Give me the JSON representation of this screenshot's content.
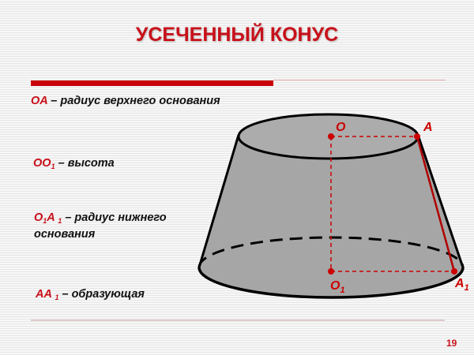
{
  "title": "УСЕЧЕННЫЙ КОНУС",
  "definitions": [
    {
      "key": "OA",
      "key_parts": [
        "OA",
        ""
      ],
      "text": "– радиус верхнего основания"
    },
    {
      "key": "OO1",
      "key_parts": [
        "OO",
        "1"
      ],
      "text": "– высота"
    },
    {
      "key": "O1A1",
      "key_parts": [
        "O",
        "1",
        "A ",
        "1"
      ],
      "text_line1": "– радиус нижнего",
      "text_line2": "основания"
    },
    {
      "key": "AA1",
      "key_parts": [
        "AA ",
        "1"
      ],
      "text": "– образующая"
    }
  ],
  "diagram": {
    "points": {
      "O": "O",
      "A": "A",
      "O1_main": "O",
      "O1_sub": "1",
      "A1_main": "A",
      "A1_sub": "1"
    },
    "colors": {
      "accent": "#cc0000",
      "fill": "#a6a6a6",
      "outline": "#000000"
    }
  },
  "page_number": "19"
}
